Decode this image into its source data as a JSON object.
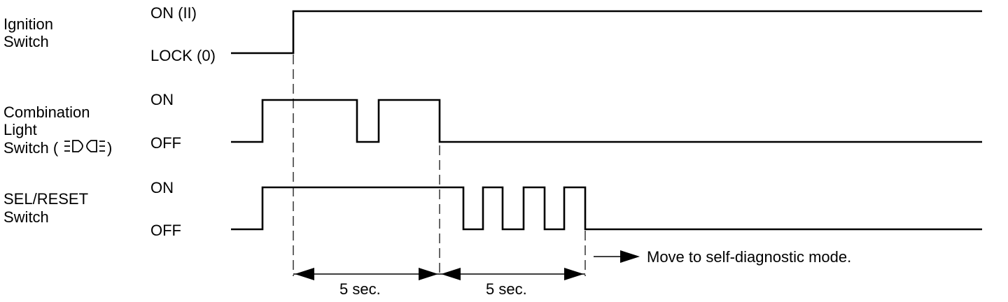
{
  "signals": [
    {
      "name_lines": [
        "Ignition",
        "Switch"
      ],
      "level_high": "ON (II)",
      "level_low": "LOCK (0)",
      "name_icon": null
    },
    {
      "name_lines": [
        "Combination",
        "Light",
        "Switch ("
      ],
      "name_suffix": ")",
      "name_icon": "headlamp-symbol-icon",
      "level_high": "ON",
      "level_low": "OFF"
    },
    {
      "name_lines": [
        "SEL/RESET",
        "Switch"
      ],
      "level_high": "ON",
      "level_low": "OFF",
      "name_icon": null
    }
  ],
  "intervals": [
    {
      "label": "5 sec.",
      "duration_sec": 5
    },
    {
      "label": "5 sec.",
      "duration_sec": 5
    }
  ],
  "result": {
    "text": "Move to self-diagnostic mode.",
    "icon": "arrow-right-icon"
  }
}
